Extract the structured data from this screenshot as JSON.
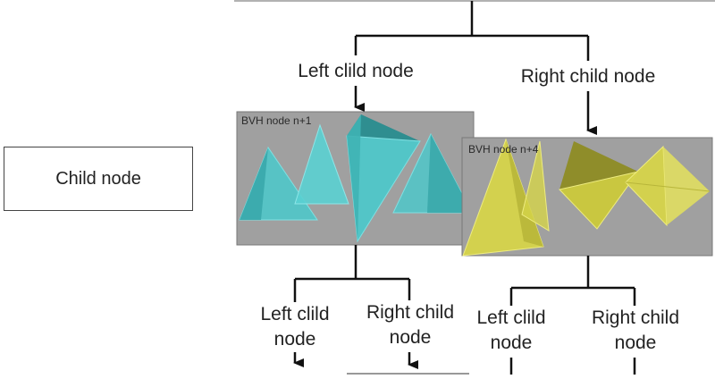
{
  "legend": {
    "label": "Child node"
  },
  "top": {
    "left_label": "Left clild node",
    "right_label": "Right child node"
  },
  "nodes": {
    "left": {
      "label": "BVH node n+1"
    },
    "right": {
      "label": "BVH node n+4"
    }
  },
  "bottom": {
    "left_group": {
      "left_label": [
        "Left clild",
        "node"
      ],
      "right_label": [
        "Right child",
        "node"
      ]
    },
    "right_group": {
      "left_label": [
        "Left clild",
        "node"
      ],
      "right_label": [
        "Right child",
        "node"
      ]
    }
  },
  "colors": {
    "box_fill": "#a0a0a0",
    "cyan_face": "#4fc7c9",
    "cyan_dark": "#2f8e90",
    "yellow_face": "#d6d44a",
    "yellow_dark": "#8f8d2a",
    "line": "#111111"
  }
}
